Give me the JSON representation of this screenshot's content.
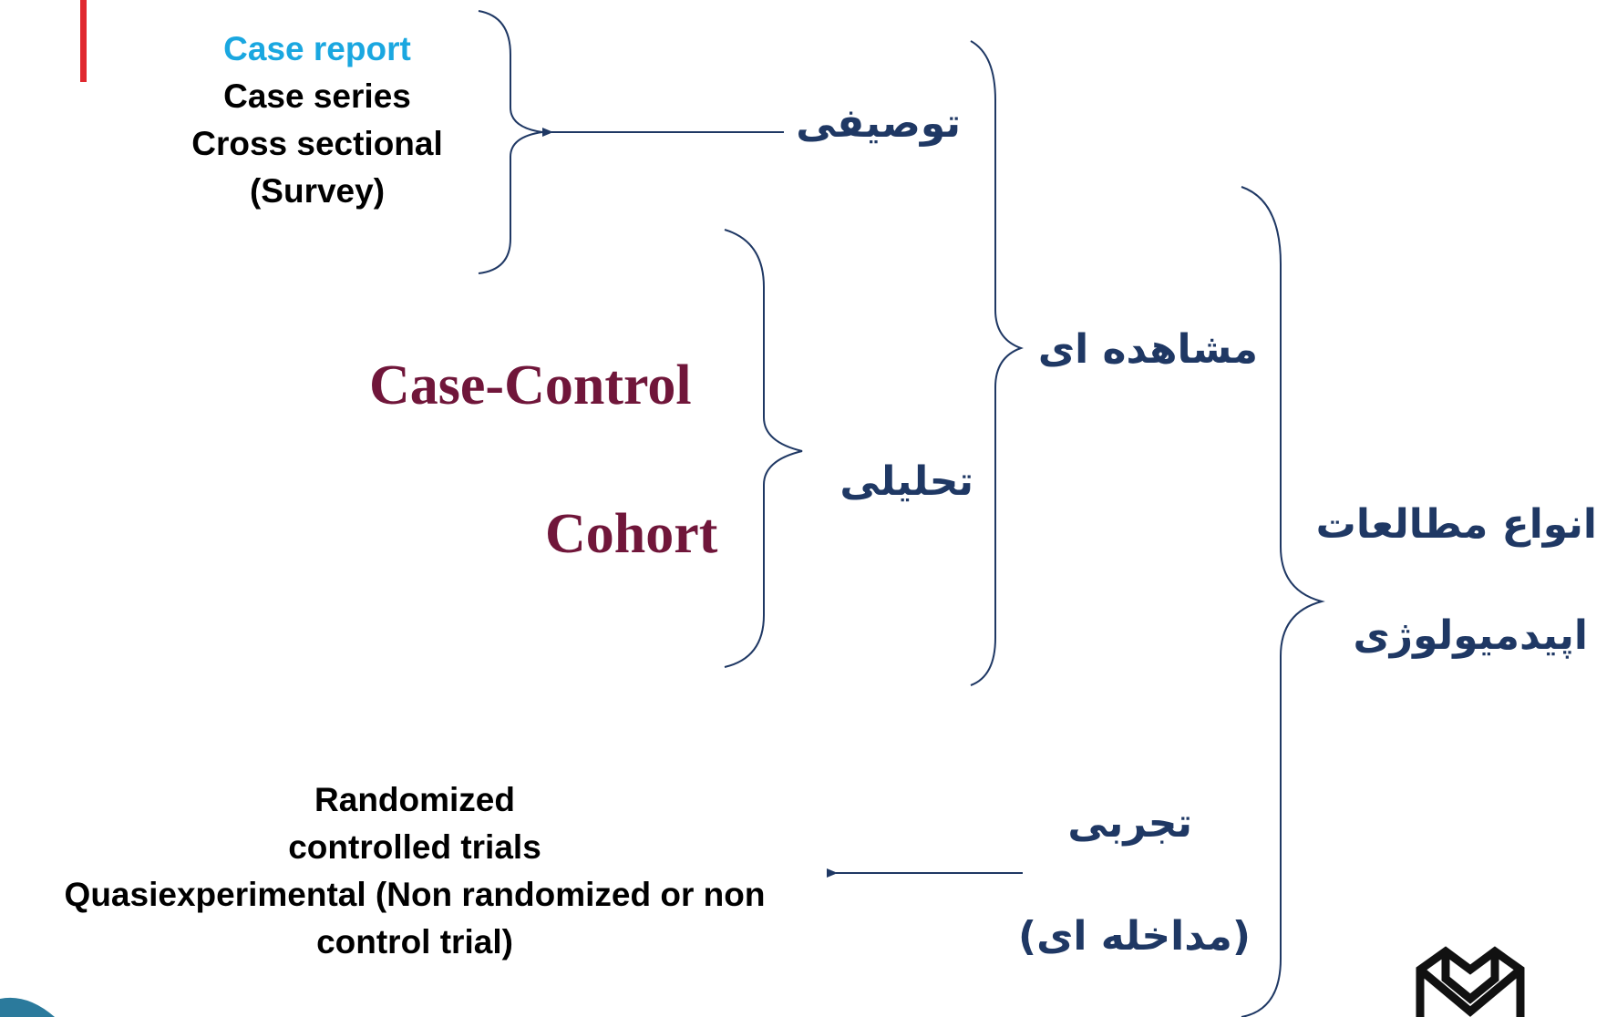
{
  "root": {
    "line1": "انواع مطالعات",
    "line2": "اپیدمیولوژی"
  },
  "observational": {
    "label": "مشاهده ای"
  },
  "experimental": {
    "line1": "تجربی",
    "line2": "(مداخله ای)"
  },
  "descriptive": {
    "label": "توصیفی",
    "items": [
      "Case report",
      "Case series",
      "Cross sectional",
      "(Survey)"
    ]
  },
  "analytical": {
    "label": "تحلیلی",
    "items": [
      "Case-Control",
      "Cohort"
    ]
  },
  "experimental_items": {
    "lines": [
      "Randomized",
      "controlled trials",
      "Quasiexperimental (Non randomized or non",
      "control trial)"
    ]
  },
  "colors": {
    "persian_text": "#1f3864",
    "highlight": "#1aa7e0",
    "study_design": "#70163a",
    "accent": "#e0282f",
    "lines": "#1f3864"
  }
}
